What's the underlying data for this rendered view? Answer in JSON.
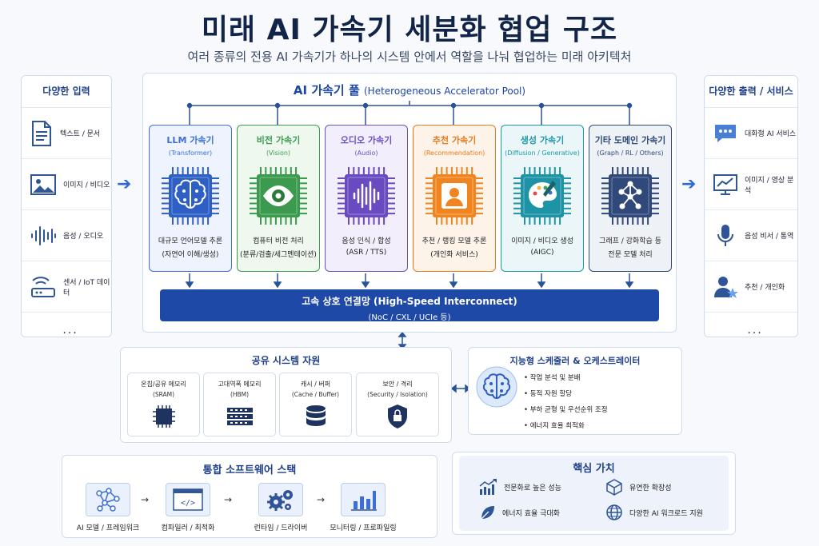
{
  "title": "미래 AI 가속기 세분화 협업 구조",
  "subtitle": "여러 종류의 전용 AI 가속기가 하나의 시스템 안에서 역할을 나눠 협업하는 미래 아키텍처",
  "inputs": {
    "title": "다양한 입력",
    "items": [
      "텍스트 / 문서",
      "이미지 / 비디오",
      "음성 / 오디오",
      "센서 / IoT 데이터"
    ],
    "more": "..."
  },
  "outputs": {
    "title": "다양한 출력 / 서비스",
    "items": [
      "대화형 AI 서비스",
      "이미지 / 영상 분석",
      "음성 비서 / 통역",
      "추천 / 개인화"
    ],
    "more": "..."
  },
  "pool": {
    "title": "AI 가속기 풀",
    "title_en": "(Heterogeneous Accelerator Pool)",
    "accelerators": [
      {
        "name": "LLM 가속기",
        "en": "(Transformer)",
        "d1": "대규모 언어모델 추론",
        "d2": "(자연어 이해/생성)",
        "color": "#3b6fd6",
        "bg": "#eef3fd",
        "chip": "#2e5fc4",
        "icon": "brain-icon"
      },
      {
        "name": "비전 가속기",
        "en": "(Vision)",
        "d1": "컴퓨터 비전 처리",
        "d2": "(분류/검출/세그멘테이션)",
        "color": "#3d9a4f",
        "bg": "#eef8ef",
        "chip": "#3c9a4e",
        "icon": "eye-icon"
      },
      {
        "name": "오디오 가속기",
        "en": "(Audio)",
        "d1": "음성 인식 / 합성",
        "d2": "(ASR / TTS)",
        "color": "#6b4fc4",
        "bg": "#f2eefb",
        "chip": "#6a4ac0",
        "icon": "waveform-icon"
      },
      {
        "name": "추천 가속기",
        "en": "(Recommendation)",
        "d1": "추천 / 랭킹 모델 추론",
        "d2": "(개인화 서비스)",
        "color": "#e77a1e",
        "bg": "#fdf3e9",
        "chip": "#f08421",
        "icon": "user-icon"
      },
      {
        "name": "생성 가속기",
        "en": "(Diffusion / Generative)",
        "d1": "이미지 / 비디오 생성",
        "d2": "(AIGC)",
        "color": "#1f97a8",
        "bg": "#eaf6f8",
        "chip": "#1f93a6",
        "icon": "palette-icon"
      },
      {
        "name": "기타 도메인 가속기",
        "en": "(Graph / RL / Others)",
        "d1": "그래프 / 강화학습 등",
        "d2": "전문 모델 처리",
        "color": "#2f4a78",
        "bg": "#eef1f6",
        "chip": "#31497a",
        "icon": "graph-icon"
      }
    ]
  },
  "interconnect": {
    "title": "고속 상호 연결망 (High-Speed Interconnect)",
    "sub": "(NoC / CXL / UCIe 등)"
  },
  "shared": {
    "title": "공유 시스템 자원",
    "items": [
      {
        "a": "온칩/공유 메모리",
        "b": "(SRAM)"
      },
      {
        "a": "고대역폭 메모리",
        "b": "(HBM)"
      },
      {
        "a": "캐시 / 버퍼",
        "b": "(Cache / Buffer)"
      },
      {
        "a": "보안 / 격리",
        "b": "(Security / Isolation)"
      }
    ]
  },
  "orchestrator": {
    "title": "지능형 스케줄러 & 오케스트레이터",
    "items": [
      "작업 분석 및 분배",
      "동적 자원 할당",
      "부하 균형 및 우선순위 조정",
      "에너지 효율 최적화"
    ]
  },
  "software": {
    "title": "통합 소프트웨어 스택",
    "items": [
      "AI 모델 / 프레임워크",
      "컴파일러 / 최적화",
      "런타임 / 드라이버",
      "모니터링 / 프로파일링"
    ]
  },
  "values": {
    "title": "핵심 가치",
    "items": [
      "전문화로 높은 성능",
      "유연한 확장성",
      "에너지 효율 극대화",
      "다양한 AI 워크로드 지원"
    ]
  }
}
